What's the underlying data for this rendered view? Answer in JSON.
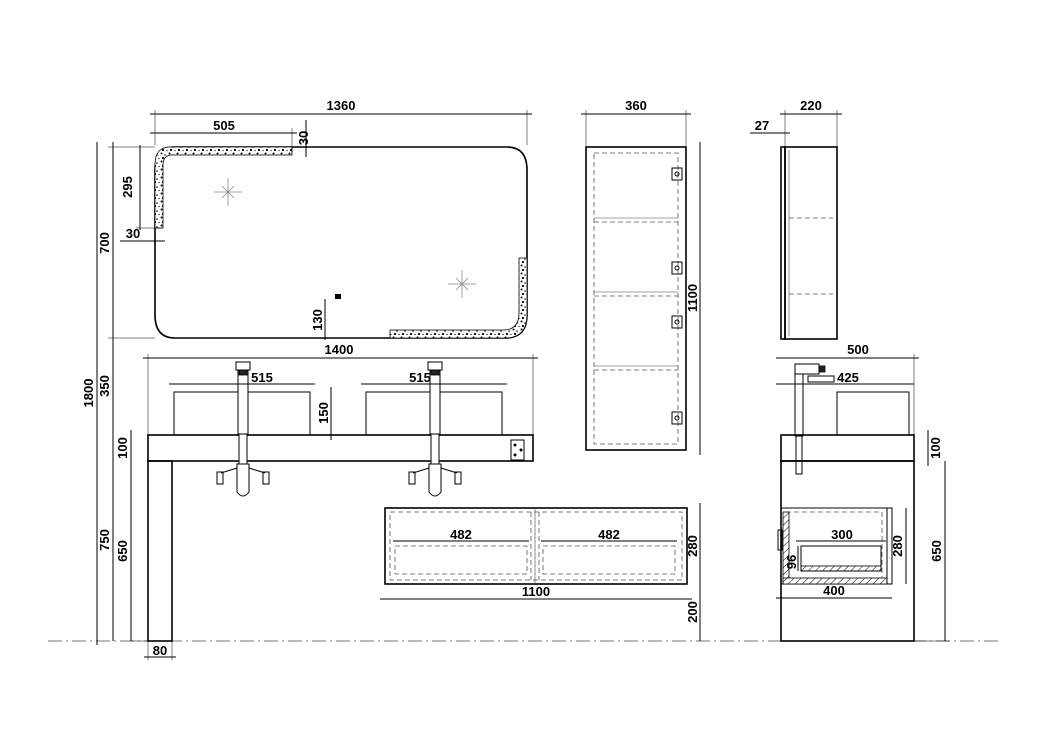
{
  "front_view": {
    "mirror": {
      "width": "1360",
      "corner_cutout_width": "505",
      "corner_cutout_depth": "30",
      "corner_cutout_height": "295",
      "corner_side_width": "30",
      "height": "700",
      "sensor_offset": "130"
    },
    "vanity": {
      "width": "1400",
      "basin_width_left": "515",
      "basin_width_right": "515",
      "basin_height": "150",
      "top_thickness": "100",
      "leg_height": "650",
      "leg_total": "750",
      "gap_to_mirror": "350",
      "overall_height": "1800",
      "leg_width": "80"
    }
  },
  "tall_cabinet_front": {
    "width": "360",
    "height": "1100"
  },
  "drawer_unit_front": {
    "width": "1100",
    "inner_width_left": "482",
    "inner_width_right": "482",
    "height": "280",
    "floor_gap": "200"
  },
  "side_view": {
    "mirror_depth": "220",
    "mirror_thickness": "27",
    "vanity_depth": "500",
    "basin_depth": "425",
    "top_thickness": "100",
    "cabinet_height": "650",
    "drawer_height": "280",
    "drawer_inner_depth": "300",
    "drawer_inner_height": "96",
    "drawer_depth": "400"
  }
}
